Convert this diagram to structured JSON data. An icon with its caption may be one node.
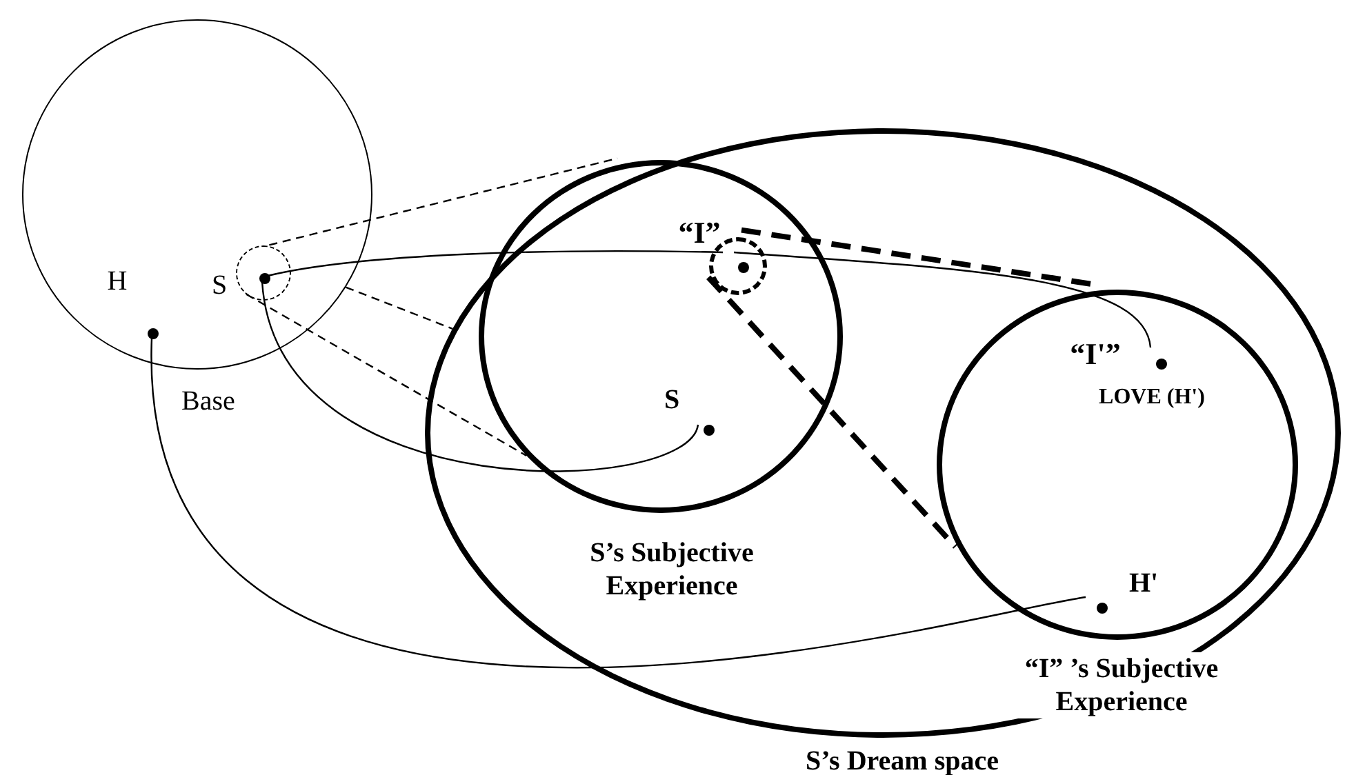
{
  "diagram": {
    "nodes": [
      {
        "text": [
          "Base"
        ]
      },
      {
        "text": [],
        "shape": "circle",
        "beside": [
          "H"
        ],
        "in": 0
      },
      {
        "text": [],
        "shape": "circle",
        "in": 0
      },
      {
        "text": [],
        "shape": "circle",
        "beside": [
          "S"
        ],
        "in": 2
      },
      {
        "text": [
          "S’s Dream space"
        ]
      },
      {
        "text": [
          "S’s Subjective Experience"
        ],
        "in": 4
      },
      {
        "text": [],
        "shape": "circle",
        "in": 5
      },
      {
        "text": [],
        "shape": "circle",
        "beside": [
          "“I”"
        ],
        "in": 6
      },
      {
        "text": [],
        "shape": "circle",
        "beside": [
          "S"
        ],
        "in": 5
      },
      {
        "text": [
          "“I” ’s Subjective Experience"
        ],
        "in": 4
      },
      {
        "text": [],
        "shape": "circle",
        "beside": [
          "“I'”",
          "LOVE (H')"
        ],
        "in": 9
      },
      {
        "text": [],
        "shape": "circle",
        "beside": [
          "H'"
        ],
        "in": 9
      }
    ],
    "edges": [
      {
        "from": 3,
        "to": 7,
        "arrow": "none"
      },
      {
        "from": 7,
        "to": 10,
        "arrow": "none"
      },
      {
        "from": 3,
        "to": 8,
        "arrow": "none"
      },
      {
        "from": 1,
        "to": 11,
        "arrow": "none"
      },
      {
        "from": 2,
        "to": 5,
        "arrow": "none",
        "style": "dashed"
      },
      {
        "from": 2,
        "to": 5,
        "arrow": "none",
        "style": "dashed"
      },
      {
        "from": 0,
        "to": 4,
        "arrow": "none",
        "style": "dashed"
      },
      {
        "from": 6,
        "to": 9,
        "arrow": "none",
        "style": "dashed"
      },
      {
        "from": 6,
        "to": 9,
        "arrow": "none",
        "style": "dashed"
      }
    ]
  }
}
